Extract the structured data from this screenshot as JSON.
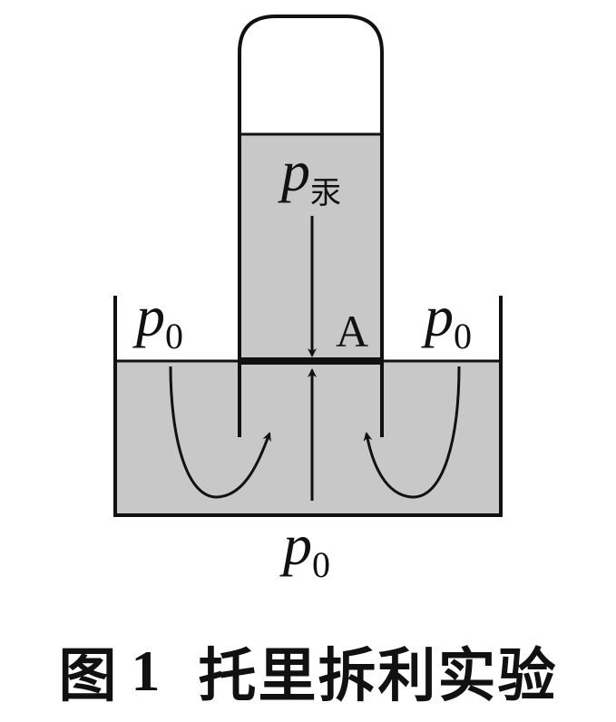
{
  "labels": {
    "p_mercury": {
      "main": "p",
      "sub": "汞"
    },
    "p0_left": {
      "main": "p",
      "sub": "0"
    },
    "p0_right": {
      "main": "p",
      "sub": "0"
    },
    "p0_bottom": {
      "main": "p",
      "sub": "0"
    },
    "point_a": "A"
  },
  "caption": {
    "figure_label": "图",
    "figure_number": "1",
    "title": "托里拆利实验"
  },
  "colors": {
    "mercury_fill": "#c8c8c8",
    "stroke": "#111111",
    "background": "#ffffff"
  }
}
